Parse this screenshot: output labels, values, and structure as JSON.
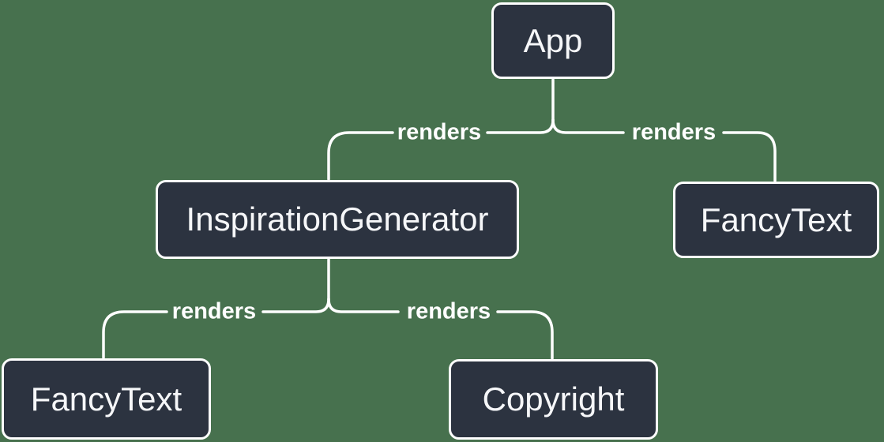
{
  "colors": {
    "background": "#47714E",
    "node_fill": "#2C3340",
    "node_border": "#FFFFFF",
    "node_text": "#F6F7F9",
    "line": "#FFFFFF",
    "label_text": "#FFFFFF"
  },
  "diagram": {
    "type": "render-tree",
    "nodes": [
      {
        "id": "app",
        "label": "App"
      },
      {
        "id": "inspiration-generator",
        "label": "InspirationGenerator"
      },
      {
        "id": "fancy-text-top",
        "label": "FancyText"
      },
      {
        "id": "fancy-text-bottom",
        "label": "FancyText"
      },
      {
        "id": "copyright",
        "label": "Copyright"
      }
    ],
    "edges": [
      {
        "from": "App",
        "to": "InspirationGenerator",
        "label": "renders"
      },
      {
        "from": "App",
        "to": "FancyText",
        "label": "renders"
      },
      {
        "from": "InspirationGenerator",
        "to": "FancyText",
        "label": "renders"
      },
      {
        "from": "InspirationGenerator",
        "to": "Copyright",
        "label": "renders"
      }
    ]
  }
}
